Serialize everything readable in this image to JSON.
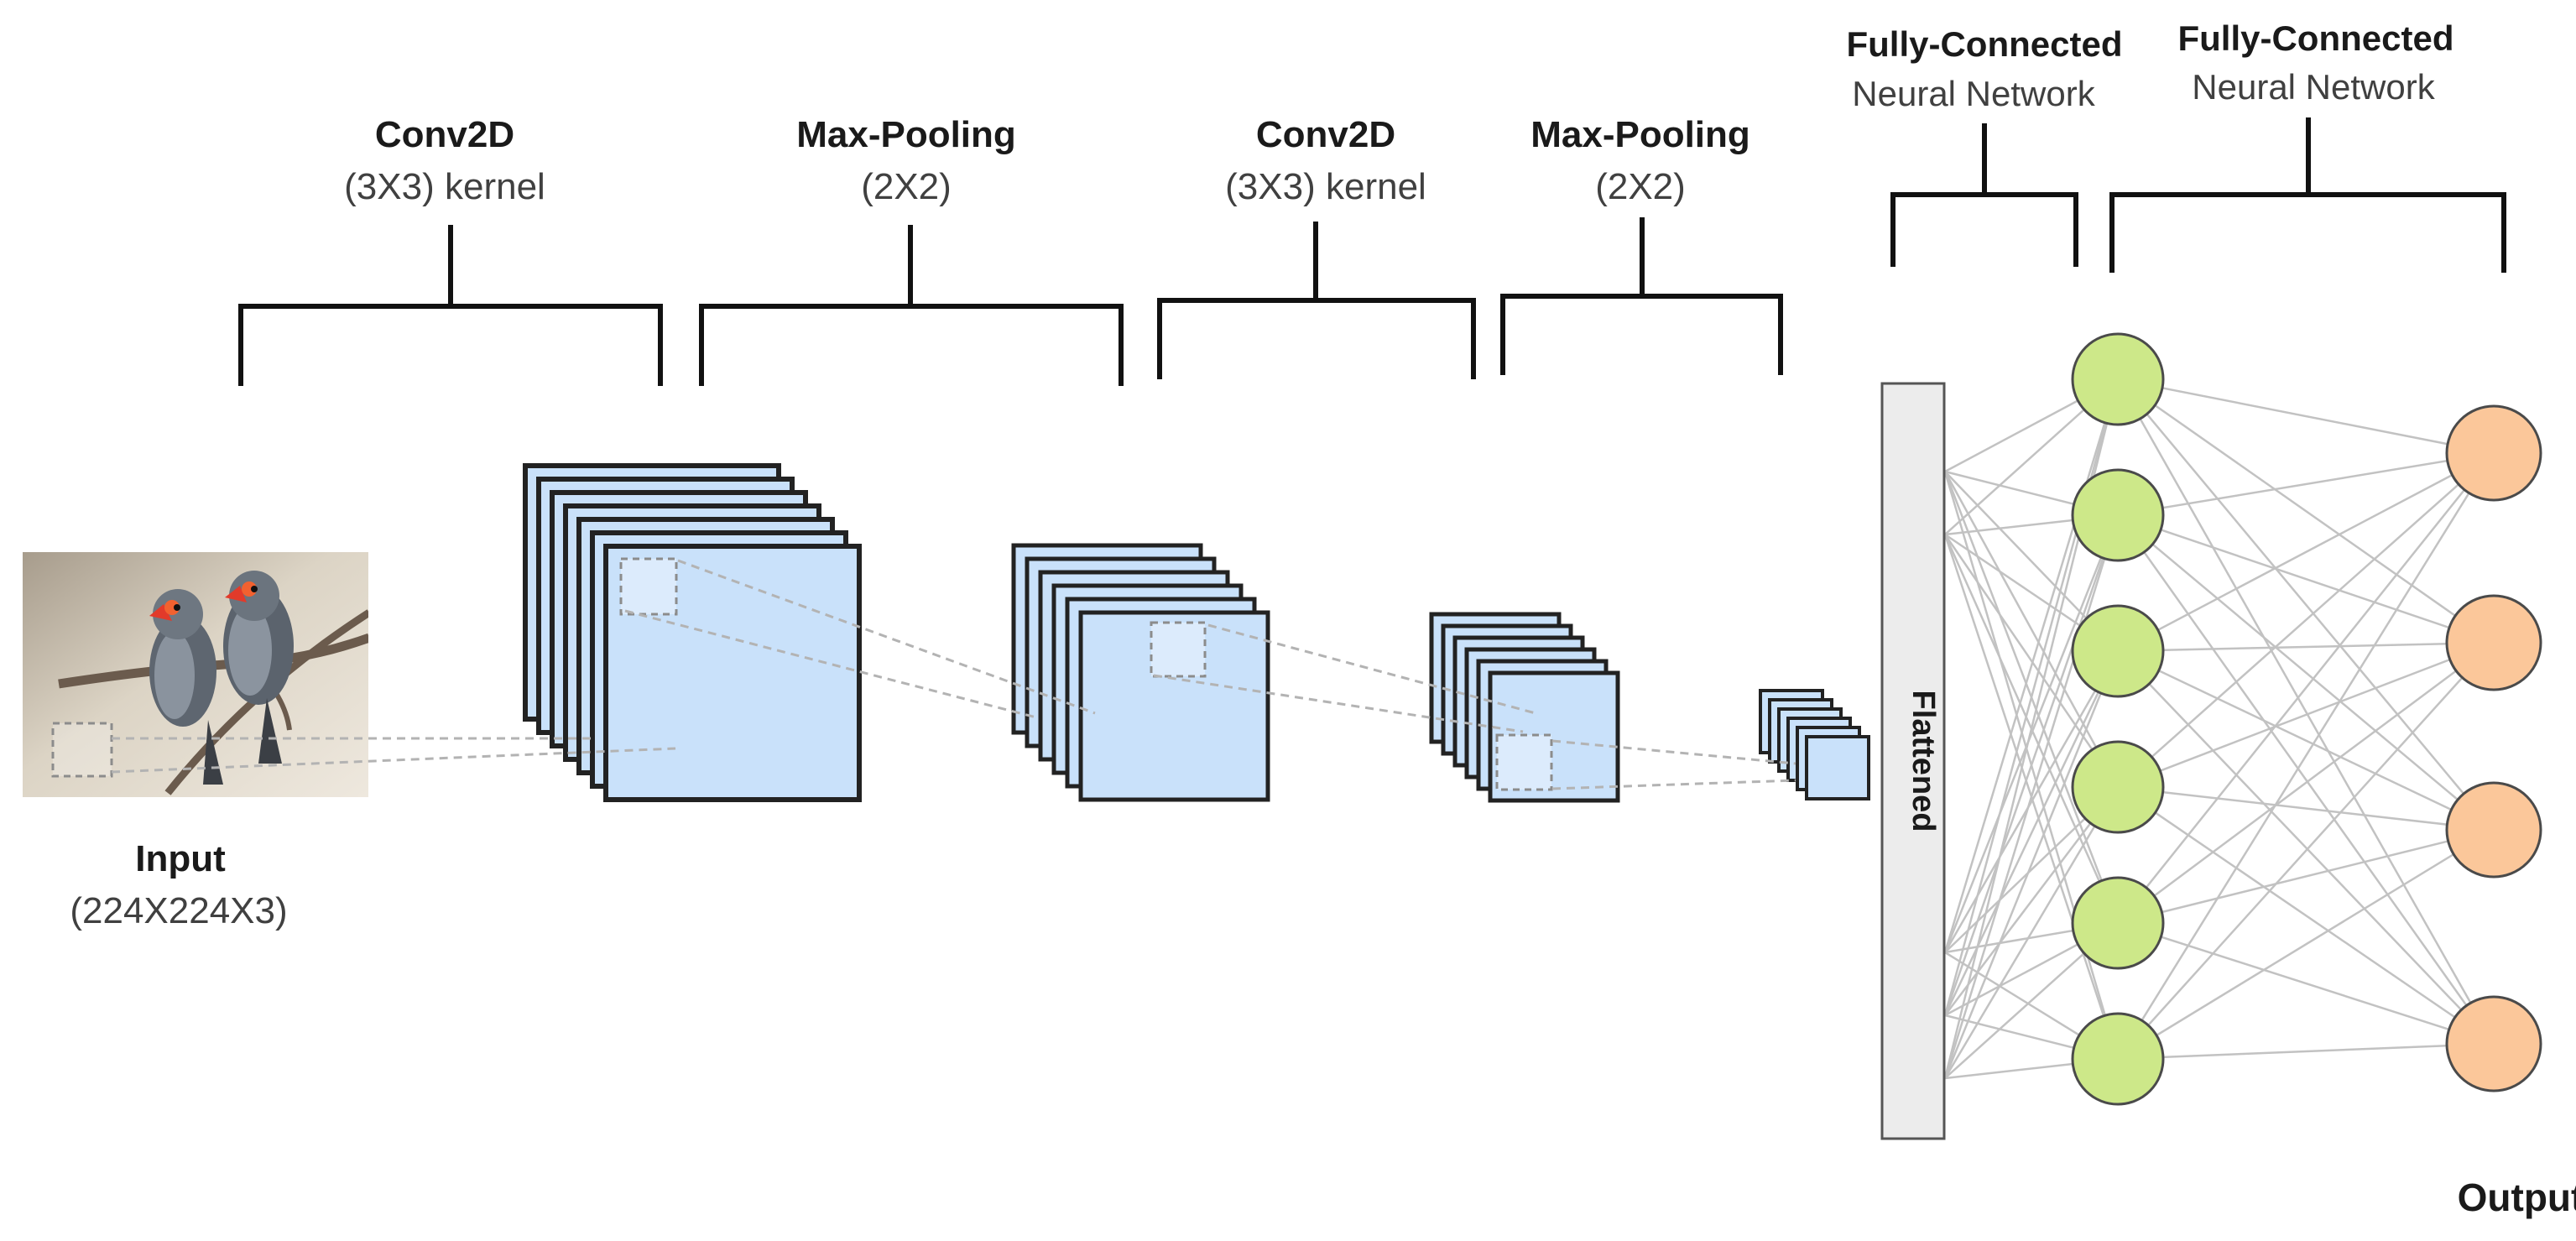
{
  "stages": [
    {
      "title": "Conv2D",
      "subtitle": "(3X3) kernel"
    },
    {
      "title": "Max-Pooling",
      "subtitle": "(2X2)"
    },
    {
      "title": "Conv2D",
      "subtitle": "(3X3) kernel"
    },
    {
      "title": "Max-Pooling",
      "subtitle": "(2X2)"
    },
    {
      "title": "Fully-Connected",
      "subtitle": "Neural Network"
    },
    {
      "title": "Fully-Connected",
      "subtitle": "Neural Network"
    }
  ],
  "input": {
    "label": "Input",
    "dims": "(224X224X3)",
    "image": "two-finches-on-branch-photo"
  },
  "flatten": {
    "label": "Flattened"
  },
  "output": {
    "label": "Output"
  },
  "layers": {
    "hidden_nodes": 6,
    "output_nodes": 4
  },
  "colors": {
    "feature_map": "#c9e1fa",
    "hidden_node": "#cde889",
    "output_node": "#fbc79a",
    "flatten_bar": "#ececec",
    "connection": "#c2c2c2",
    "outline": "#222222"
  }
}
